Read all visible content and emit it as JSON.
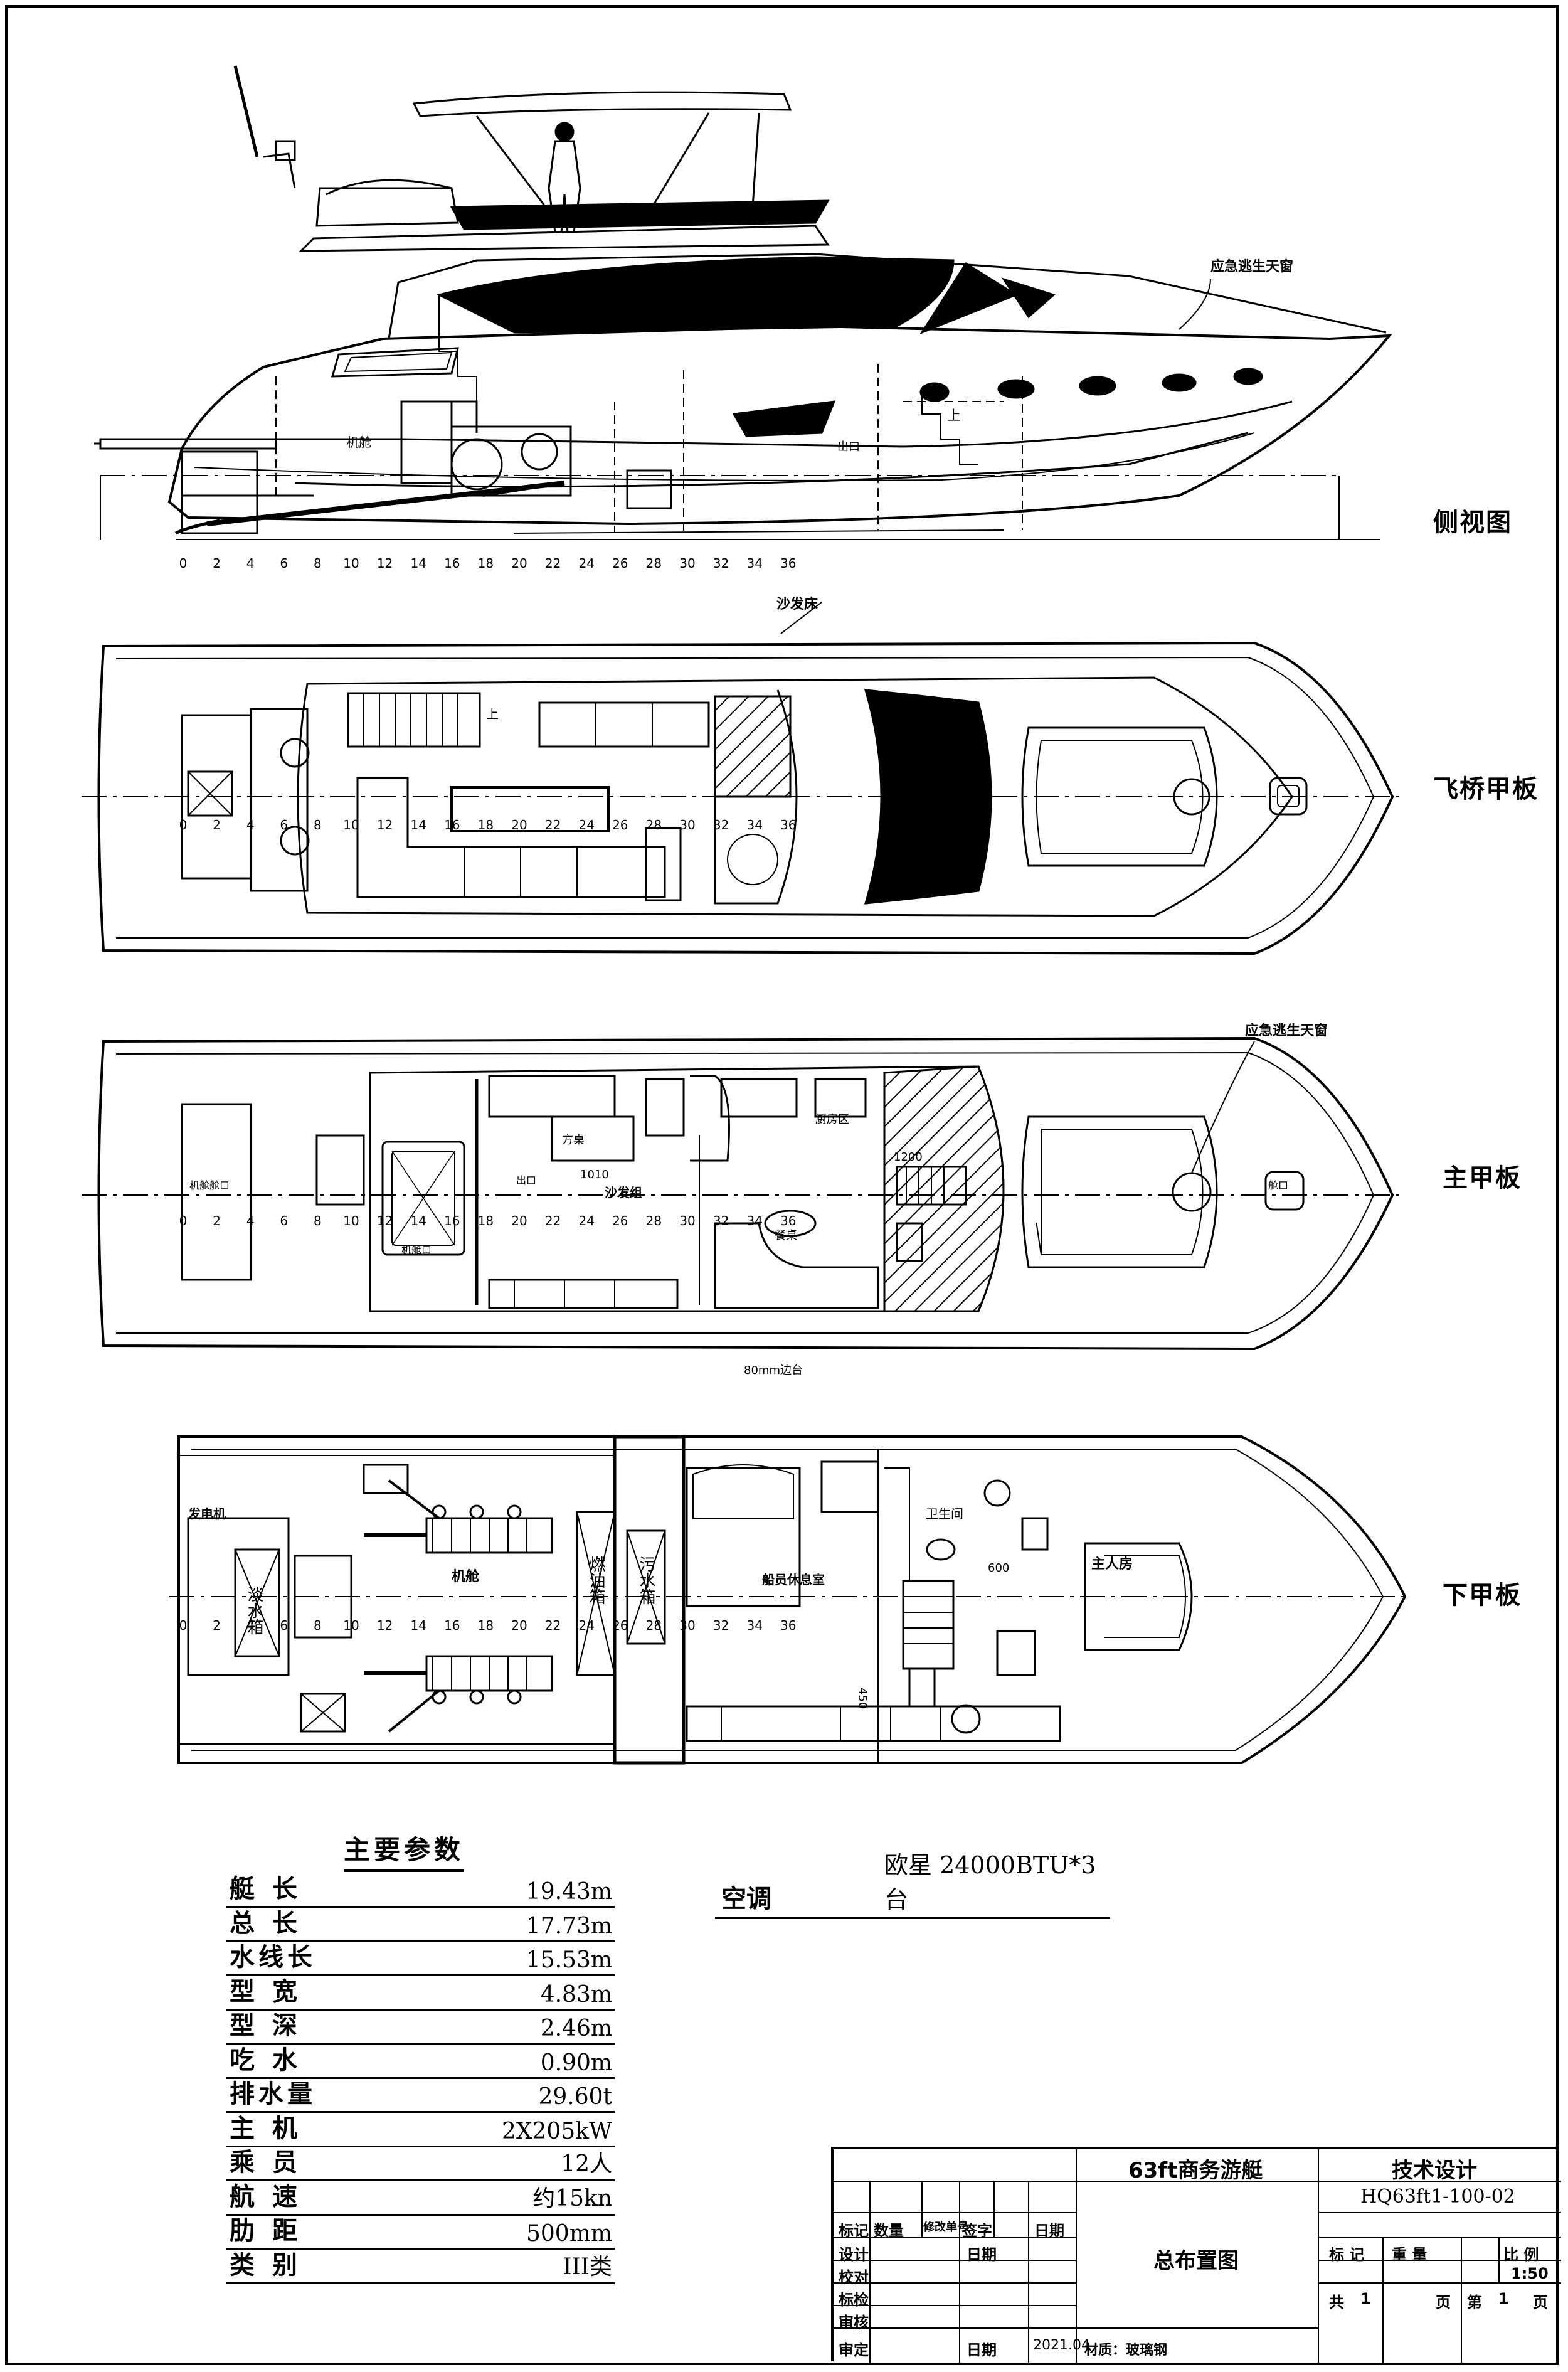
{
  "views": {
    "side": {
      "title": "侧视图",
      "annotation_escape": "应急逃生天窗",
      "up_mark": "上",
      "exit_mark": "出口",
      "engine_mark": "机舱"
    },
    "flybridge": {
      "title": "飞桥甲板",
      "sofa_bed": "沙发床",
      "up_mark": "上"
    },
    "main": {
      "title": "主甲板",
      "annotation_escape": "应急逃生天窗",
      "sofa": "沙发组",
      "table_size": "1010",
      "dim_1200": "1200",
      "exit_mark": "出口",
      "note_bottom": "80mm边台",
      "label_left": "机舱舱口",
      "label_hatch": "机舱口",
      "label_right": "舱口",
      "table_label": "方桌",
      "dining": "餐桌",
      "galley": "厨房区"
    },
    "lower": {
      "title": "下甲板",
      "engine": "机舱",
      "fuel_tank": "燃油箱",
      "sewage_tank": "污水箱",
      "fresh_tank": "淡水箱",
      "generator": "发电机",
      "master": "船员休息室",
      "owner": "主人房",
      "toilet": "卫生间",
      "dim_450": "450",
      "dim_600": "600"
    }
  },
  "axis_ticks": [
    "0",
    "2",
    "4",
    "6",
    "8",
    "10",
    "12",
    "14",
    "16",
    "18",
    "20",
    "22",
    "24",
    "26",
    "28",
    "30",
    "32",
    "34",
    "36"
  ],
  "params": {
    "title": "主要参数",
    "rows": [
      {
        "label": "艇长",
        "value": "19.43m"
      },
      {
        "label": "总长",
        "value": "17.73m"
      },
      {
        "label": "水线长",
        "value": "15.53m"
      },
      {
        "label": "型宽",
        "value": "4.83m"
      },
      {
        "label": "型深",
        "value": "2.46m"
      },
      {
        "label": "吃水",
        "value": "0.90m"
      },
      {
        "label": "排水量",
        "value": "29.60t"
      },
      {
        "label": "主机",
        "value": "2X205kW"
      },
      {
        "label": "乘员",
        "value": "12人"
      },
      {
        "label": "航速",
        "value": "约15kn"
      },
      {
        "label": "肋距",
        "value": "500mm"
      },
      {
        "label": "类别",
        "value": "III类"
      }
    ]
  },
  "aircon": {
    "label": "空调",
    "value": "欧星 24000BTU*3台"
  },
  "titleblock": {
    "project": "63ft商务游艇",
    "stage": "技术设计",
    "drawing_no": "HQ63ft1-100-02",
    "drawing_name": "总布置图",
    "col_headers": [
      "标记",
      "数量",
      "修改单号",
      "签字",
      "日期"
    ],
    "rows": [
      "设计",
      "校对",
      "标检",
      "审核",
      "审定"
    ],
    "sign": "日期",
    "date_label": "日期",
    "date": "2021.04",
    "material": "材质：玻璃钢",
    "mark": "标 记",
    "weight": "重 量",
    "scale_label": "比 例",
    "scale": "1:50",
    "total_label": "共",
    "total": "1",
    "page_label": "页",
    "sheet_label": "第",
    "sheet": "1",
    "sheet_suffix": "页"
  }
}
